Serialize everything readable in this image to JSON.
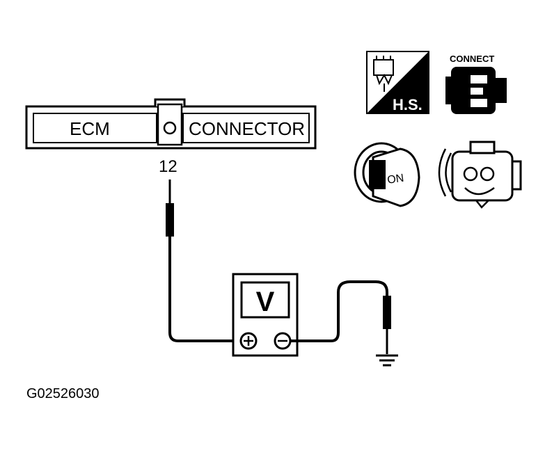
{
  "connector": {
    "left_label": "ECM",
    "right_label": "CONNECTOR",
    "pin_number": "12"
  },
  "meter": {
    "symbol": "V",
    "positive_icon": "plus-terminal-icon",
    "negative_icon": "minus-terminal-icon"
  },
  "icons": {
    "harness_side_label": "H.S.",
    "connect_label": "CONNECT",
    "ignition_label": "ON",
    "engine_icon": "engine-icon",
    "ground_icon": "ground-symbol-icon"
  },
  "figure_id": "G02526030",
  "colors": {
    "line": "#000000",
    "background": "#ffffff"
  }
}
